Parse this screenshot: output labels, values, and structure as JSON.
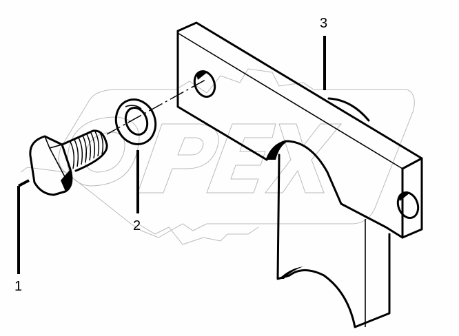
{
  "diagram": {
    "type": "exploded parts view",
    "watermark": {
      "text": "OPEX",
      "color": "#b9b9b9"
    },
    "callouts": [
      {
        "number": "1",
        "part": "hex-bolt"
      },
      {
        "number": "2",
        "part": "spring-lock-washer"
      },
      {
        "number": "3",
        "part": "mounting-bracket"
      }
    ],
    "colors": {
      "ink": "#000000",
      "background": "#fdfefd",
      "watermark": "#b9b9b9"
    }
  }
}
